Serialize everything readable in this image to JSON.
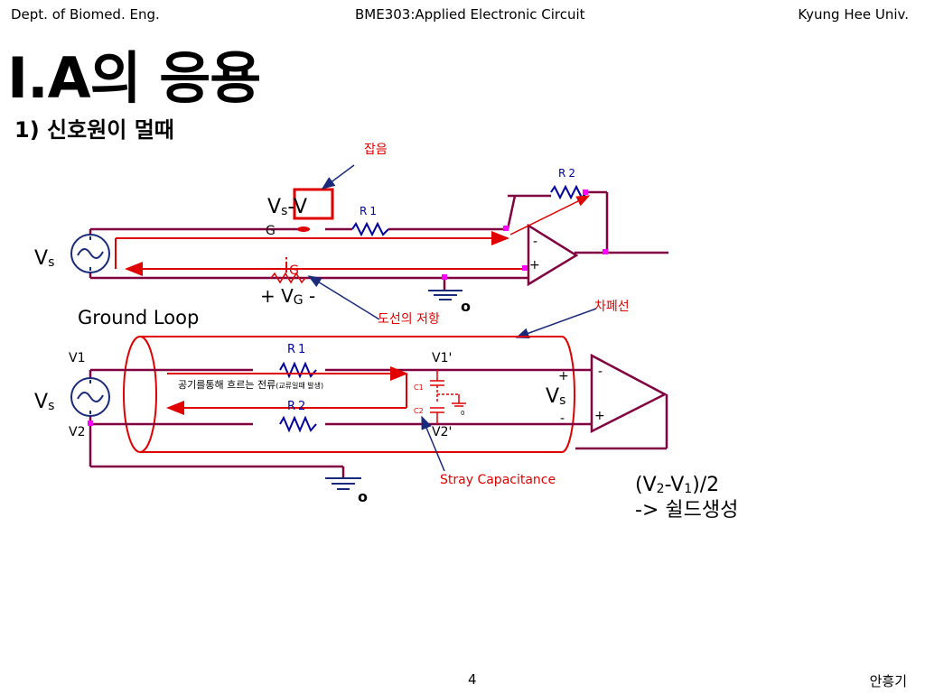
{
  "header": {
    "left": "Dept. of Biomed. Eng.",
    "center": "BME303:Applied Electronic Circuit",
    "right": "Kyung Hee Univ."
  },
  "title": "I.A의 응용",
  "subtitle": "1) 신호원이 멀때",
  "diagram": {
    "noise_label": "잡음",
    "vs_minus": "-V",
    "g_letter": "G",
    "r1": "R1",
    "r2": "R2",
    "vs_v": "V",
    "vs_sub": "s",
    "ig_i": "i",
    "ig_sub": "G",
    "vg_plus": "+ V",
    "vg_sub": "G",
    "vg_minus": " -",
    "wire_resistance": "도선의 저항",
    "ground_o": "o",
    "ground_loop": "Ground Loop",
    "shield_label": "차폐선",
    "minus": "-",
    "plus": "+",
    "v1": "V1",
    "v2": "V2",
    "v1p": "V1'",
    "v2p": "V2'",
    "current_note": "공기를통해 흐르는 전류",
    "current_note_small": "(교류일때 발생)",
    "c1": "C1",
    "c2": "C2",
    "zero": "0",
    "stray": "Stray Capacitance",
    "formula_a": "(V",
    "formula_sub2": "2",
    "formula_b": "-V",
    "formula_sub1": "1",
    "formula_c": ")/2",
    "shield_create": "-> 쉴드생성"
  },
  "colors": {
    "wire": "#800040",
    "highlight": "#e00000",
    "arrow": "#1a2a7a",
    "resistor": "#0000a0",
    "node": "#ff00ff"
  },
  "footer": {
    "page": "4",
    "author": "안흥기"
  }
}
